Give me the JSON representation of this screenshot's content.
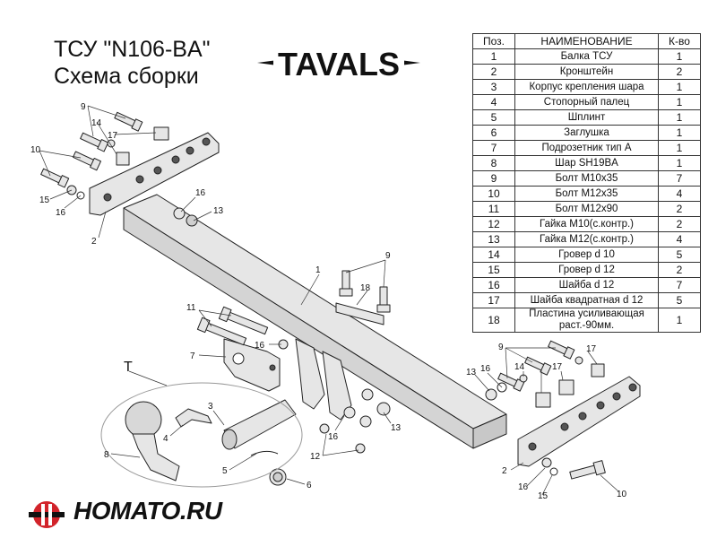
{
  "title": {
    "line1": "ТСУ  \"N106-BA\"",
    "line2": "Схема сборки"
  },
  "logo": {
    "text": "TAVALS",
    "icon": "tavals-logo"
  },
  "table": {
    "headers": {
      "num": "Поз.",
      "name": "НАИМЕНОВАНИЕ",
      "qty": "К-во"
    },
    "rows": [
      {
        "num": "1",
        "name": "Балка ТСУ",
        "qty": "1"
      },
      {
        "num": "2",
        "name": "Кронштейн",
        "qty": "2"
      },
      {
        "num": "3",
        "name": "Корпус крепления шара",
        "qty": "1"
      },
      {
        "num": "4",
        "name": "Стопорный палец",
        "qty": "1"
      },
      {
        "num": "5",
        "name": "Шплинт",
        "qty": "1"
      },
      {
        "num": "6",
        "name": "Заглушка",
        "qty": "1"
      },
      {
        "num": "7",
        "name": "Подрозетник тип А",
        "qty": "1"
      },
      {
        "num": "8",
        "name": "Шар SH19BA",
        "qty": "1"
      },
      {
        "num": "9",
        "name": "Болт М10х35",
        "qty": "7"
      },
      {
        "num": "10",
        "name": "Болт М12х35",
        "qty": "4"
      },
      {
        "num": "11",
        "name": "Болт М12х90",
        "qty": "2"
      },
      {
        "num": "12",
        "name": "Гайка М10(с.контр.)",
        "qty": "2"
      },
      {
        "num": "13",
        "name": "Гайка М12(с.контр.)",
        "qty": "4"
      },
      {
        "num": "14",
        "name": "Гровер d 10",
        "qty": "5"
      },
      {
        "num": "15",
        "name": "Гровер d 12",
        "qty": "2"
      },
      {
        "num": "16",
        "name": "Шайба d 12",
        "qty": "7"
      },
      {
        "num": "17",
        "name": "Шайба квадратная d 12",
        "qty": "5"
      },
      {
        "num": "18",
        "name": "Пластина усиливающая раст.-90мм.",
        "qty": "1"
      }
    ]
  },
  "callouts": {
    "c1": "1",
    "c2a": "2",
    "c2b": "2",
    "c3": "3",
    "c4": "4",
    "c5": "5",
    "c6": "6",
    "c7": "7",
    "c8": "8",
    "c9a": "9",
    "c9b": "9",
    "c9c": "9",
    "c10a": "10",
    "c10b": "10",
    "c11": "11",
    "c12": "12",
    "c13a": "13",
    "c13b": "13",
    "c13c": "13",
    "c14a": "14",
    "c14b": "14",
    "c15a": "15",
    "c15b": "15",
    "c16a": "16",
    "c16b": "16",
    "c16c": "16",
    "c16d": "16",
    "c16e": "16",
    "c17a": "17",
    "c17b": "17",
    "c17c": "17",
    "c18": "18",
    "cT": "T"
  },
  "brand": {
    "text": "HOMATO.RU",
    "icon": "homato-logo-icon"
  },
  "colors": {
    "part_fill": "#e6e6e6",
    "line": "#222222",
    "logo_red": "#d2232a"
  }
}
